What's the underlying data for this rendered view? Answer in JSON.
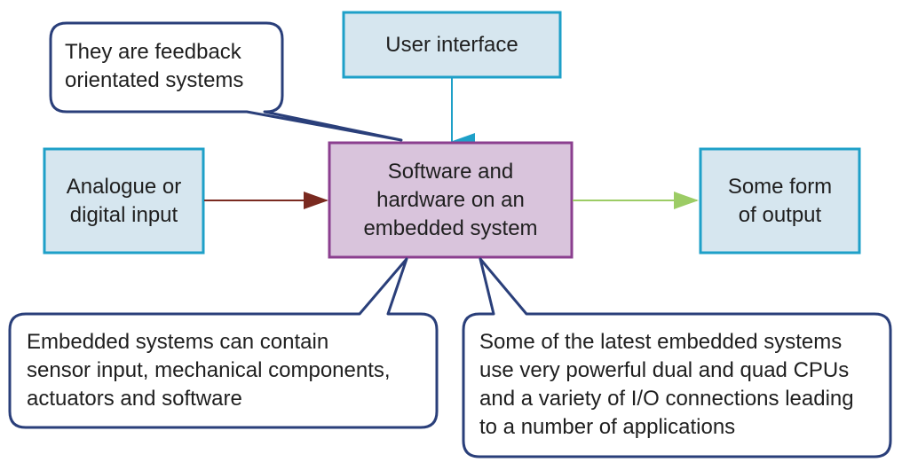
{
  "diagram": {
    "boxes": {
      "user_interface": "User interface",
      "core": "Software and\nhardware on an\nembedded system",
      "input": "Analogue or\ndigital input",
      "output": "Some form\nof output"
    },
    "callouts": {
      "feedback": "They are feedback\norientated systems",
      "components": "Embedded systems can contain\nsensor input, mechanical components,\nactuators and software",
      "latest": "Some of the latest embedded systems\nuse very powerful dual and quad CPUs\nand a variety of I/O connections leading\nto a number of applications"
    },
    "colors": {
      "blue_box_fill": "#d6e6ef",
      "blue_box_stroke": "#1ea0c8",
      "core_fill": "#d9c4dc",
      "core_stroke": "#8b3f8f",
      "callout_stroke": "#2a3f7a",
      "arrow_input": "#7a2a20",
      "arrow_output": "#9ccc65",
      "arrow_ui": "#1ea0c8"
    }
  }
}
